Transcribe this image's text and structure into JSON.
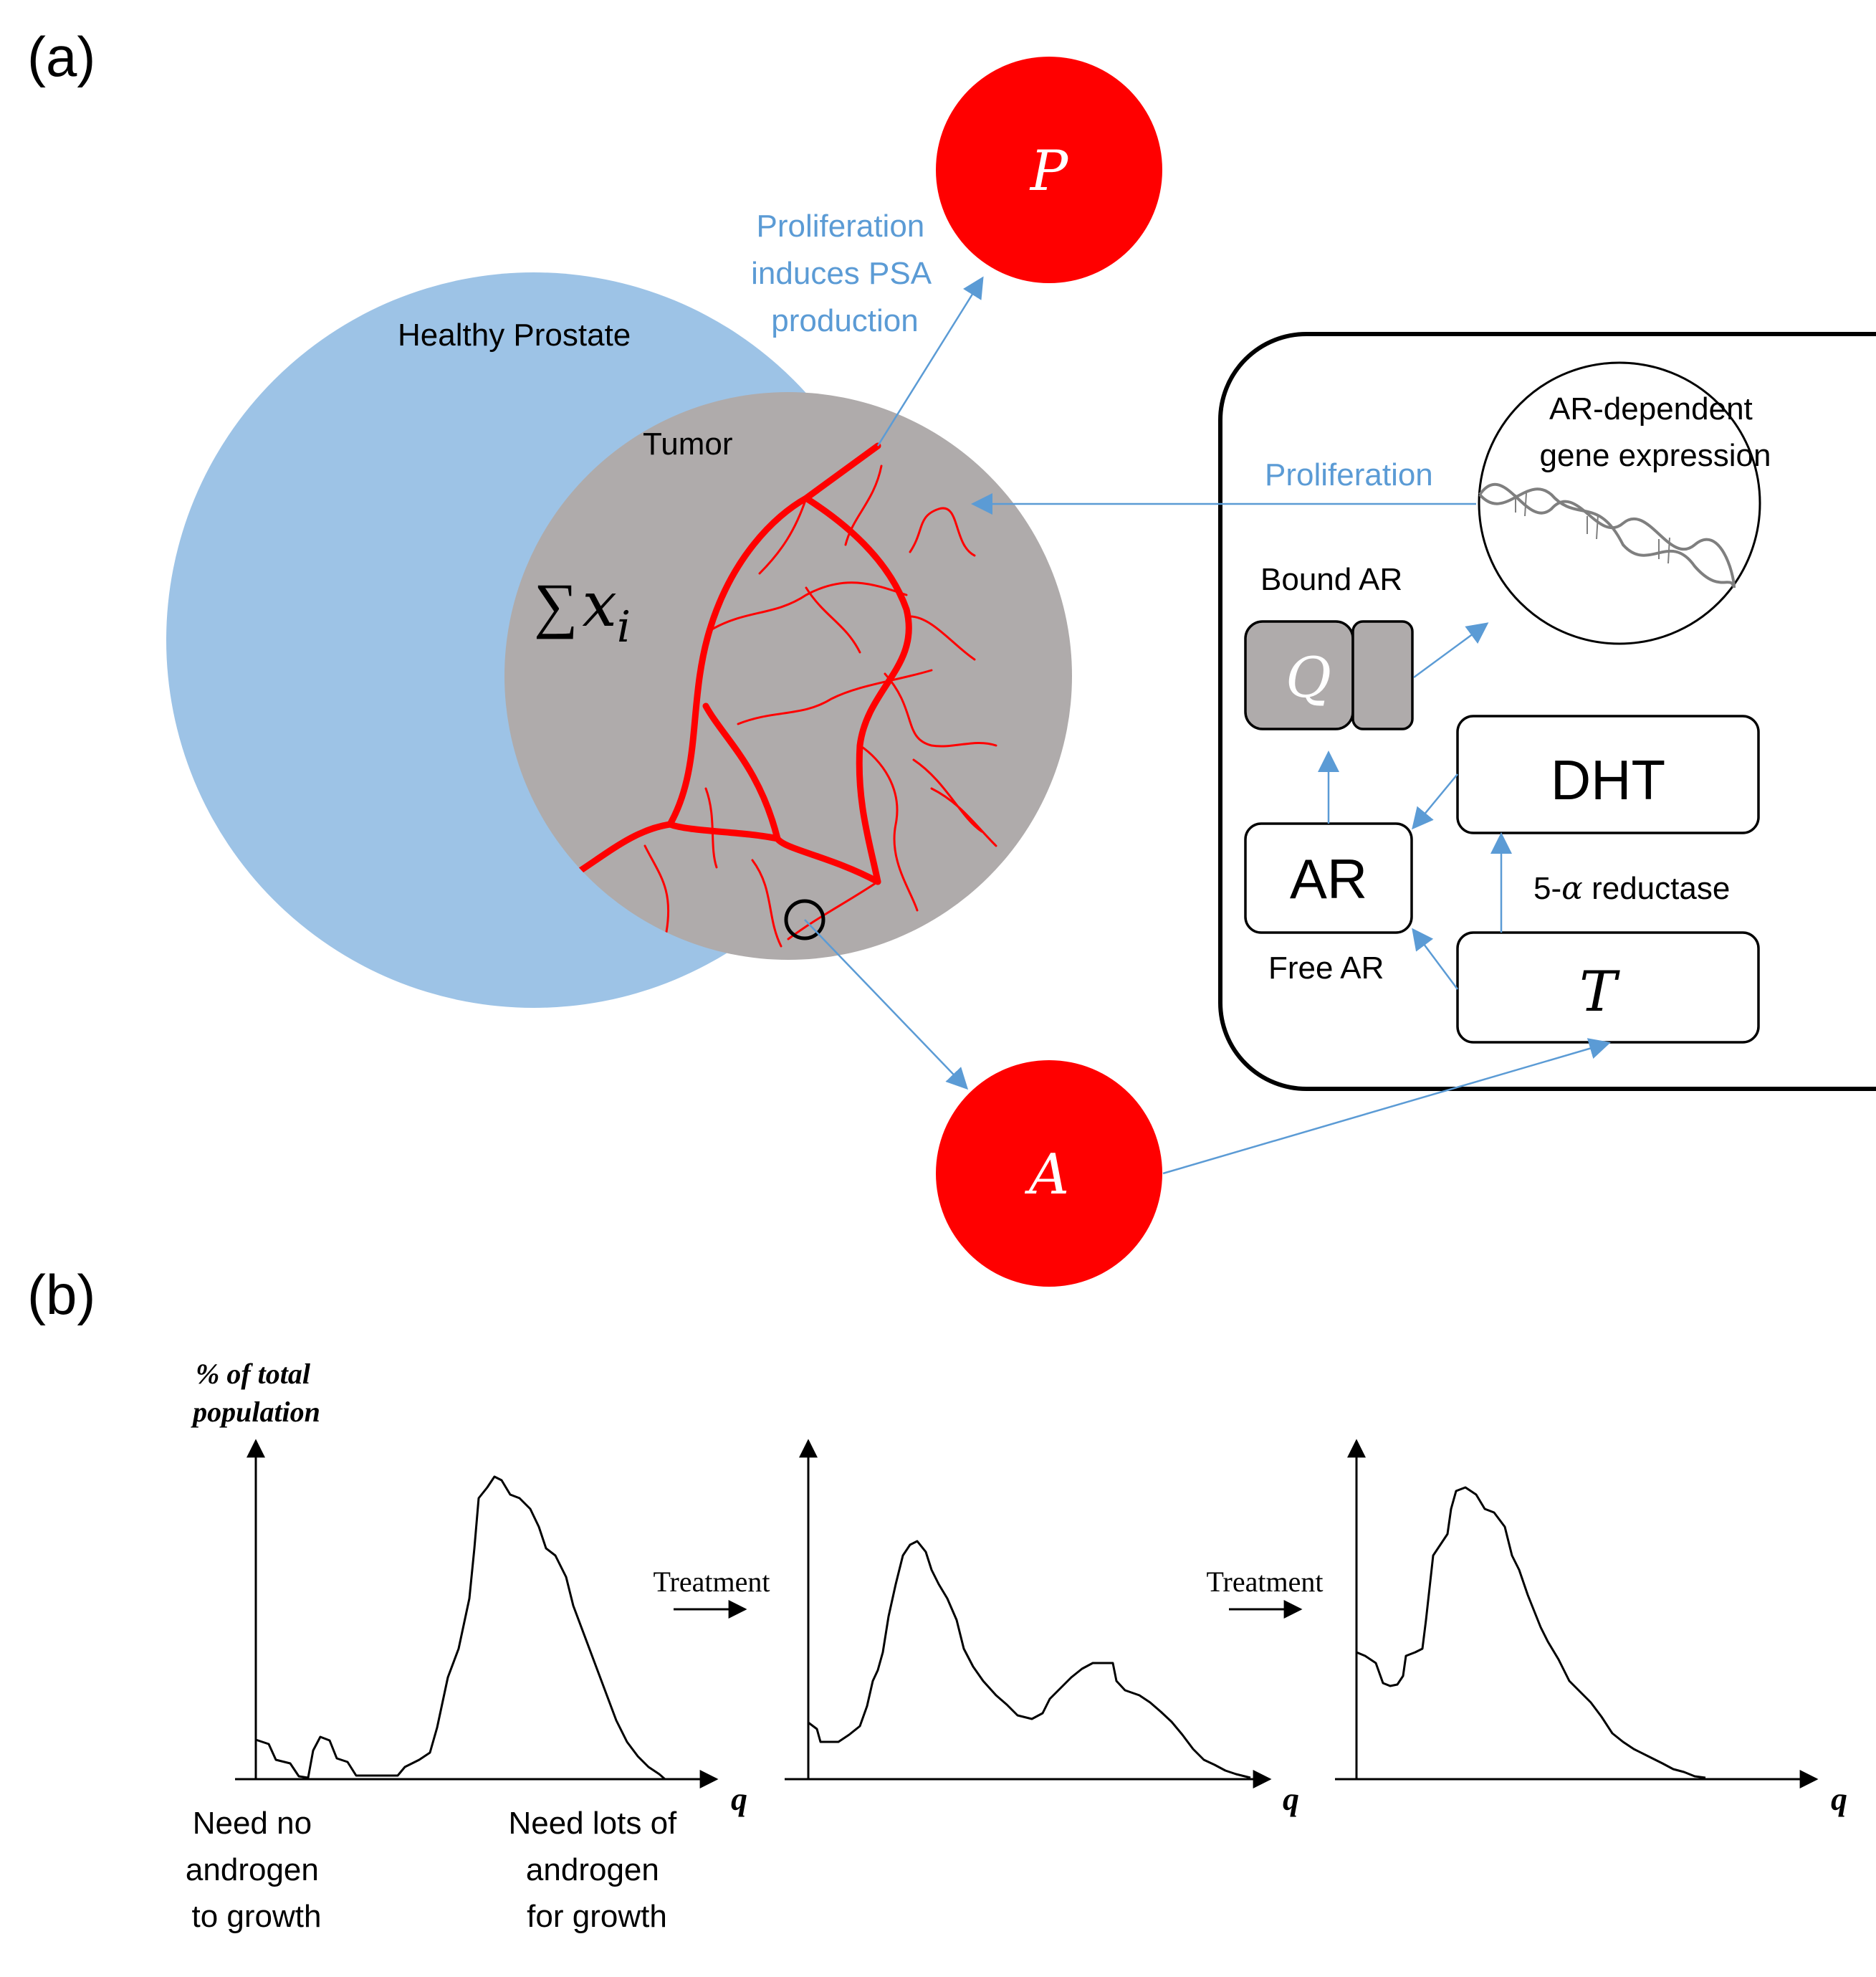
{
  "panel_a": {
    "label": "(a)",
    "healthy_prostate_label": "Healthy Prostate",
    "tumor_label": "Tumor",
    "tumor_sum_symbol": "∑",
    "tumor_sum_var": "x",
    "tumor_sum_sub": "i",
    "psa_node": "P",
    "androgen_node": "A",
    "psa_arrow_label": [
      "Proliferation",
      "induces PSA",
      "production"
    ],
    "cell": {
      "gene_expression_label": [
        "AR-dependent",
        "gene expression"
      ],
      "proliferation_label": "Proliferation",
      "bound_ar_label": "Bound AR",
      "bound_ar_symbol": "Q",
      "dht_label": "DHT",
      "ar_label": "AR",
      "reductase_prefix": "5-",
      "reductase_alpha": "α",
      "reductase_suffix": " reductase",
      "free_ar_label": "Free AR",
      "testosterone_symbol": "T"
    }
  },
  "panel_b": {
    "label": "(b)",
    "y_axis_label": [
      "% of total",
      "population"
    ],
    "x_axis_label": "q",
    "treatment_label": "Treatment",
    "left_end_label": [
      "Need no",
      "androgen",
      "to growth"
    ],
    "right_end_label": [
      "Need lots of",
      "androgen",
      "for growth"
    ]
  },
  "colors": {
    "healthy_prostate": "#9dc3e6",
    "tumor": "#afabab",
    "vessels": "#ff0000",
    "nodes": "#ff0000",
    "arrows": "#5b9bd5",
    "arrow_text": "#5b9bd5",
    "bound_ar_fill": "#afabab"
  }
}
